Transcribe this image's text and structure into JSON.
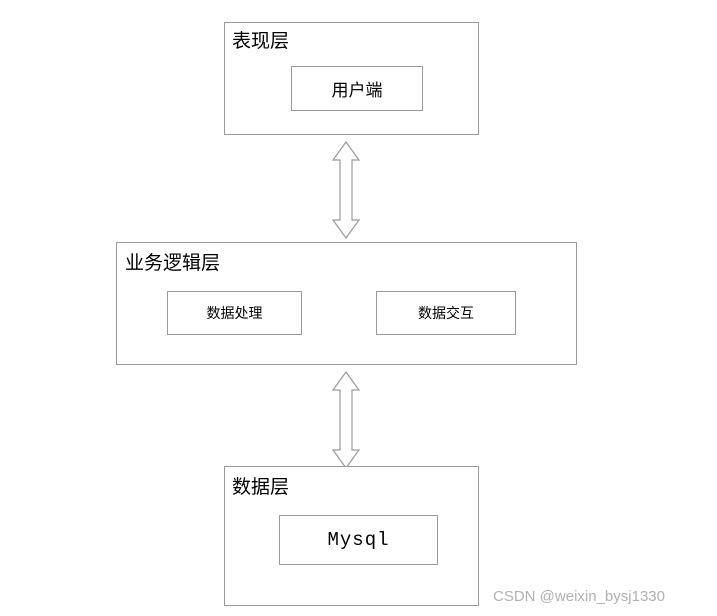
{
  "diagram": {
    "type": "layered-architecture",
    "layers": [
      {
        "id": "presentation",
        "title": "表现层",
        "components": [
          {
            "id": "client",
            "label": "用户端"
          }
        ]
      },
      {
        "id": "business",
        "title": "业务逻辑层",
        "components": [
          {
            "id": "data-processing",
            "label": "数据处理"
          },
          {
            "id": "data-interaction",
            "label": "数据交互"
          }
        ]
      },
      {
        "id": "data",
        "title": "数据层",
        "components": [
          {
            "id": "mysql",
            "label": "Mysql"
          }
        ]
      }
    ],
    "connectors": [
      {
        "id": "presentation-business",
        "kind": "double-arrow",
        "orientation": "vertical"
      },
      {
        "id": "business-data",
        "kind": "double-arrow",
        "orientation": "vertical"
      }
    ],
    "colors": {
      "stroke": "#999999",
      "fill": "#ffffff",
      "text": "#000000",
      "watermark": "#b0b0b0"
    }
  },
  "watermark": {
    "text": "CSDN @weixin_bysj1330"
  }
}
